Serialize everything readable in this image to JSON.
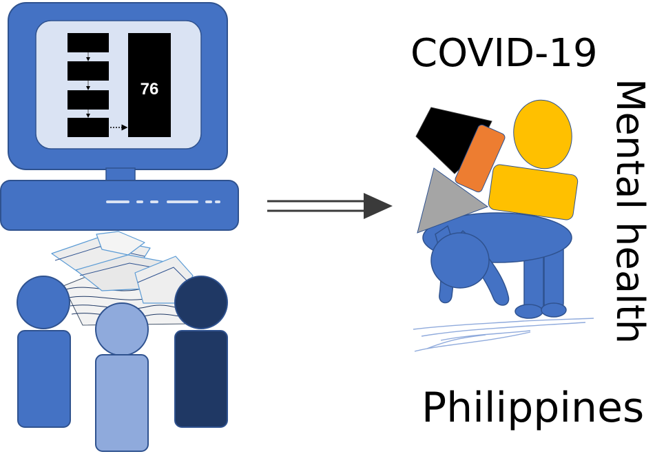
{
  "computer": {
    "study_count": "76"
  },
  "labels": {
    "covid": "COVID-19",
    "mental_health": "Mental health",
    "country": "Philippines"
  },
  "colors": {
    "monitor_blue": "#4472c4",
    "monitor_dark": "#2f528f",
    "screen_bg": "#dae3f3",
    "person_dark": "#1f3864",
    "person_light": "#8faadc",
    "shape_black": "#000000",
    "shape_orange": "#ed7d31",
    "shape_yellow": "#ffc000",
    "shape_gray": "#a5a5a5",
    "arrow": "#3a3a3a"
  }
}
